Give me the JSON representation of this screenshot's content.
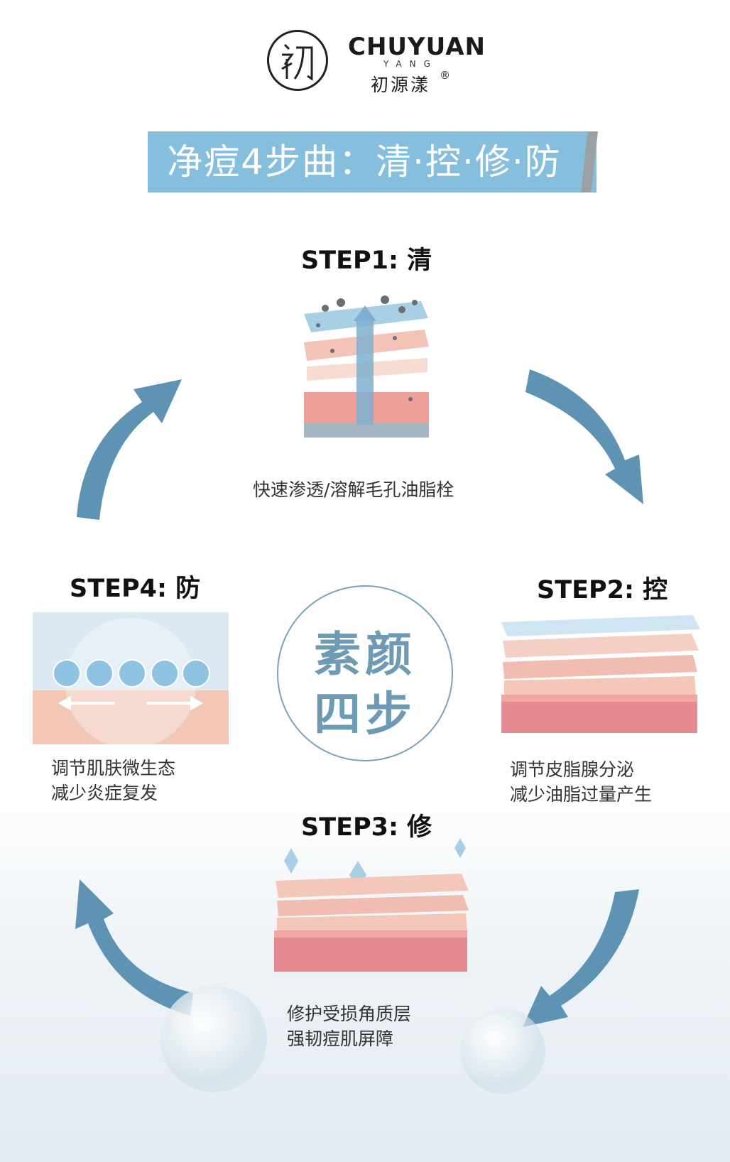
{
  "brand": {
    "name_en": "CHUYUAN",
    "sub_en": "YANG",
    "name_cn": "初源漾",
    "registered": "®"
  },
  "banner": {
    "title": "净痘4步曲：清·控·修·防"
  },
  "center": {
    "line1": "素颜",
    "line2": "四步"
  },
  "steps": [
    {
      "title": "STEP1: 清",
      "desc": [
        "快速渗透/溶解毛孔油脂栓"
      ]
    },
    {
      "title": "STEP2: 控",
      "desc": [
        "调节皮脂腺分泌",
        "减少油脂过量产生"
      ]
    },
    {
      "title": "STEP3: 修",
      "desc": [
        "修护受损角质层",
        "强韧痘肌屏障"
      ]
    },
    {
      "title": "STEP4: 防",
      "desc": [
        "调节肌肤微生态",
        "减少炎症复发"
      ]
    }
  ],
  "colors": {
    "accent": "#86bfdd",
    "arrow": "#5e93b4",
    "center_text": "#6e9bb3",
    "skin_top": "#f6d2c6",
    "skin_deep": "#e58a8f"
  }
}
